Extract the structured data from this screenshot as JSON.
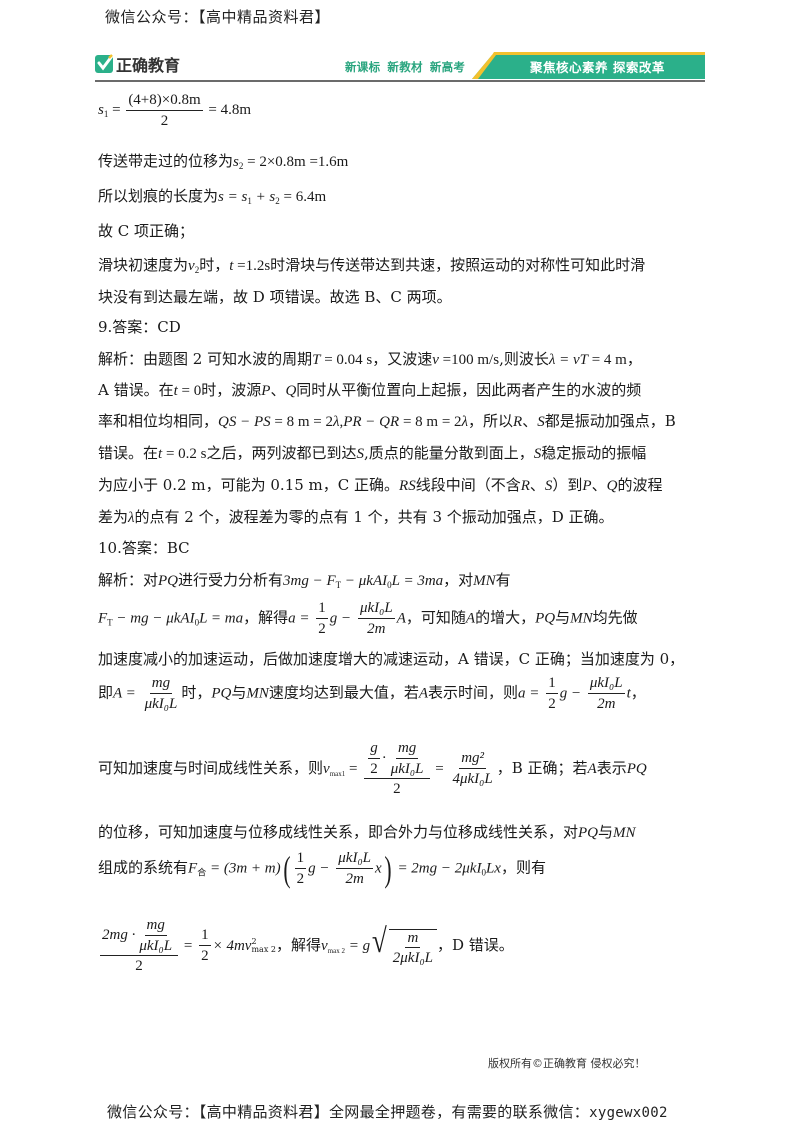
{
  "watermark_top": "微信公众号：【高中精品资料君】",
  "header": {
    "logo_text": "正确教育",
    "slogans": [
      "新课标",
      "新教材",
      "新高考"
    ],
    "banner_text": "聚焦核心素养  探索改革",
    "colors": {
      "brand_green": "#2bb08a",
      "banner_yellow": "#f2c12e",
      "slogan_green": "#2aa57f"
    }
  },
  "body": {
    "eq_s1": {
      "lhs": "s",
      "lhs_sub": "1",
      "num": "(4+8)×0.8m",
      "den": "2",
      "rhs": "= 4.8m"
    },
    "line_belt": {
      "text": "传送带走过的位移为",
      "math": "s",
      "sub": "2",
      "rest": " = 2×0.8m =1.6m"
    },
    "line_scratch": {
      "text": "所以划痕的长度为",
      "math1": "s = s",
      "sub1": "1",
      "plus": " + s",
      "sub2": "2",
      "rest": " = 6.4m"
    },
    "line_c_correct": "故 C 项正确；",
    "line_v2_a": {
      "pre": "滑块初速度为",
      "v": "v",
      "v_sub": "2",
      "mid": "时，",
      "t": "t",
      "teq": " =1.2s",
      "post": "时滑块与传送带达到共速，按照运动的对称性可知此时滑"
    },
    "line_v2_b": "块没有到达最左端，故 D 项错误。故选 B、C 两项。",
    "q9_answer": "9.答案：CD",
    "q9_l1": {
      "a": "解析：由题图 2 可知水波的周期",
      "b": "T",
      "c": " = 0.04 s",
      "d": "，又波速",
      "e": "v",
      "f": " =100 m/s",
      "g": ",则波长",
      "h": "λ = vT",
      "i": " = 4 m",
      "j": "，"
    },
    "q9_l2": {
      "a": "A 错误。在",
      "b": "t",
      "c": " = 0",
      "d": "时，波源",
      "e": "P",
      "f": "、",
      "g": "Q",
      "h": "同时从平衡位置向上起振，因此两者产生的水波的频"
    },
    "q9_l3": {
      "a": "率和相位均相同，",
      "b": "QS − PS",
      "c": " = 8 m = 2",
      "d": "λ",
      "e": ",",
      "f": "PR − QR",
      "g": " = 8 m = 2",
      "h": "λ",
      "i": "，所以",
      "j": "R",
      "k": "、",
      "l": "S",
      "m": "都是振动加强点，B"
    },
    "q9_l4": {
      "a": "错误。在",
      "b": "t",
      "c": " = 0.2 s",
      "d": "之后，两列波都已到达",
      "e": "S",
      "f": ",质点的能量分散到面上，",
      "g": "S",
      "h": "稳定振动的振幅"
    },
    "q9_l5": {
      "a": "为应小于 0.2 m，可能为 0.15 m，C 正确。",
      "b": "RS",
      "c": "线段中间（不含",
      "d": "R",
      "e": "、",
      "f": "S",
      "g": "）到",
      "h": "P",
      "i": "、",
      "j": "Q",
      "k": "的波程"
    },
    "q9_l6": {
      "a": "差为",
      "b": "λ",
      "c": "的点有 2 个，波程差为零的点有 1 个，共有 3 个振动加强点，D 正确。"
    },
    "q10_answer": "10.答案：BC",
    "q10_l1": {
      "a": "解析：对",
      "b": "PQ",
      "c": "进行受力分析有",
      "d": "3mg − F",
      "e": "T",
      "f": " − μkAI",
      "g": "0",
      "h": "L = 3ma",
      "i": "，对",
      "j": "MN",
      "k": "有"
    },
    "q10_l2": {
      "a": "F",
      "b": "T",
      "c": " − mg − μkAI",
      "d": "0",
      "e": "L = ma",
      "f": "，解得",
      "g": "a =",
      "h_num": "1",
      "h_den": "2",
      "i": "g −",
      "j_num": "μkI₀L",
      "j_den": "2m",
      "k": "A",
      "l": "，可知随",
      "m": "A",
      "n": "的增大，",
      "o": "PQ",
      "p": "与",
      "q": "MN",
      "r": "均先做"
    },
    "q10_l3": "加速度减小的加速运动，后做加速度增大的减速运动，A 错误，C 正确；当加速度为 0，",
    "q10_l4": {
      "a": "即",
      "b": "A =",
      "c_num": "mg",
      "c_den": "μkI₀L",
      "d": "时，",
      "e": "PQ",
      "f": "与",
      "g": "MN",
      "h": "速度均达到最大值，若",
      "i": "A",
      "j": "表示时间，则",
      "k": "a =",
      "l_num": "1",
      "l_den": "2",
      "m": "g −",
      "n_num": "μkI₀L",
      "n_den": "2m",
      "o": "t",
      "p": "，"
    },
    "q10_l5": {
      "a": "可知加速度与时间成线性关系，则",
      "b": "v",
      "c": "max1",
      "d": " =",
      "e_top_l_num": "g",
      "e_top_l_den": "2",
      "e_dot": "·",
      "e_top_r_num": "mg",
      "e_top_r_den": "μkI₀L",
      "e_den": "2",
      "f": " =",
      "g_num": "mg²",
      "g_den": "4μkI₀L",
      "h": "，B 正确；若",
      "i": "A",
      "j": "表示",
      "k": "PQ"
    },
    "q10_l6": {
      "a": "的位移，可知加速度与位移成线性关系，即合外力与位移成线性关系，对",
      "b": "PQ",
      "c": "与",
      "d": "MN"
    },
    "q10_l7": {
      "a": "组成的系统有",
      "b": "F",
      "c": "合",
      "d": " = (3m + m)",
      "e_num": "1",
      "e_den": "2",
      "f": "g −",
      "g_num": "μkI₀L",
      "g_den": "2m",
      "h": "x",
      "i": " = 2mg − 2μkI",
      "j": "0",
      "k": "Lx",
      "l": "，则有"
    },
    "q10_l8": {
      "a_top_l": "2mg ·",
      "a_top_r_num": "mg",
      "a_top_r_den": "μkI₀L",
      "a_den": "2",
      "b": " =",
      "c_num": "1",
      "c_den": "2",
      "d": "× 4mv",
      "e_sup": "2",
      "e_sub": "max 2",
      "f": "，解得",
      "g": "v",
      "h": "max 2",
      "i": " = g",
      "j_num": "m",
      "j_den": "2μkI₀L",
      "k": "，D 错误。"
    }
  },
  "copyright": "版权所有©正确教育  侵权必究！",
  "watermark_bottom": {
    "text": "微信公众号：【高中精品资料君】全网最全押题卷，有需要的联系微信：",
    "wechat_id": "xygewx002"
  }
}
